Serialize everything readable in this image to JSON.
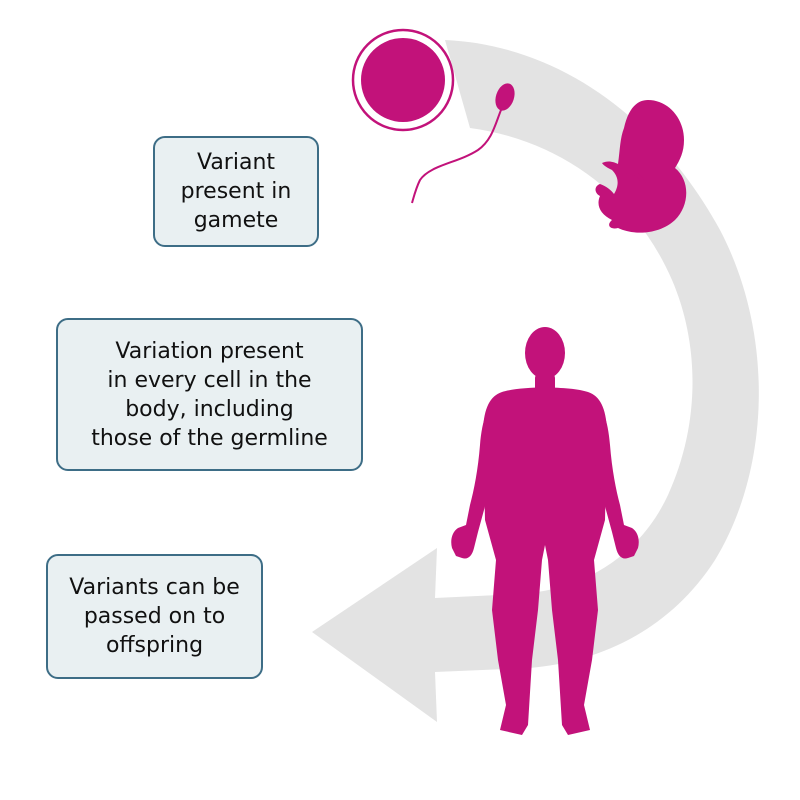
{
  "colors": {
    "figure": "#c2127a",
    "arrow": "#e3e3e3",
    "box_fill": "#e9f0f2",
    "box_border": "#3d6d86",
    "text": "#111111"
  },
  "labels": {
    "gamete": "Variant\npresent in\ngamete",
    "every_cell": "Variation present\nin every cell in the\nbody, including\nthose of the germline",
    "offspring": "Variants can be\npassed on to\noffspring"
  },
  "icons": [
    "egg-cell-icon",
    "sperm-cell-icon",
    "embryo-icon",
    "adult-human-icon",
    "cycle-arrow-icon"
  ]
}
